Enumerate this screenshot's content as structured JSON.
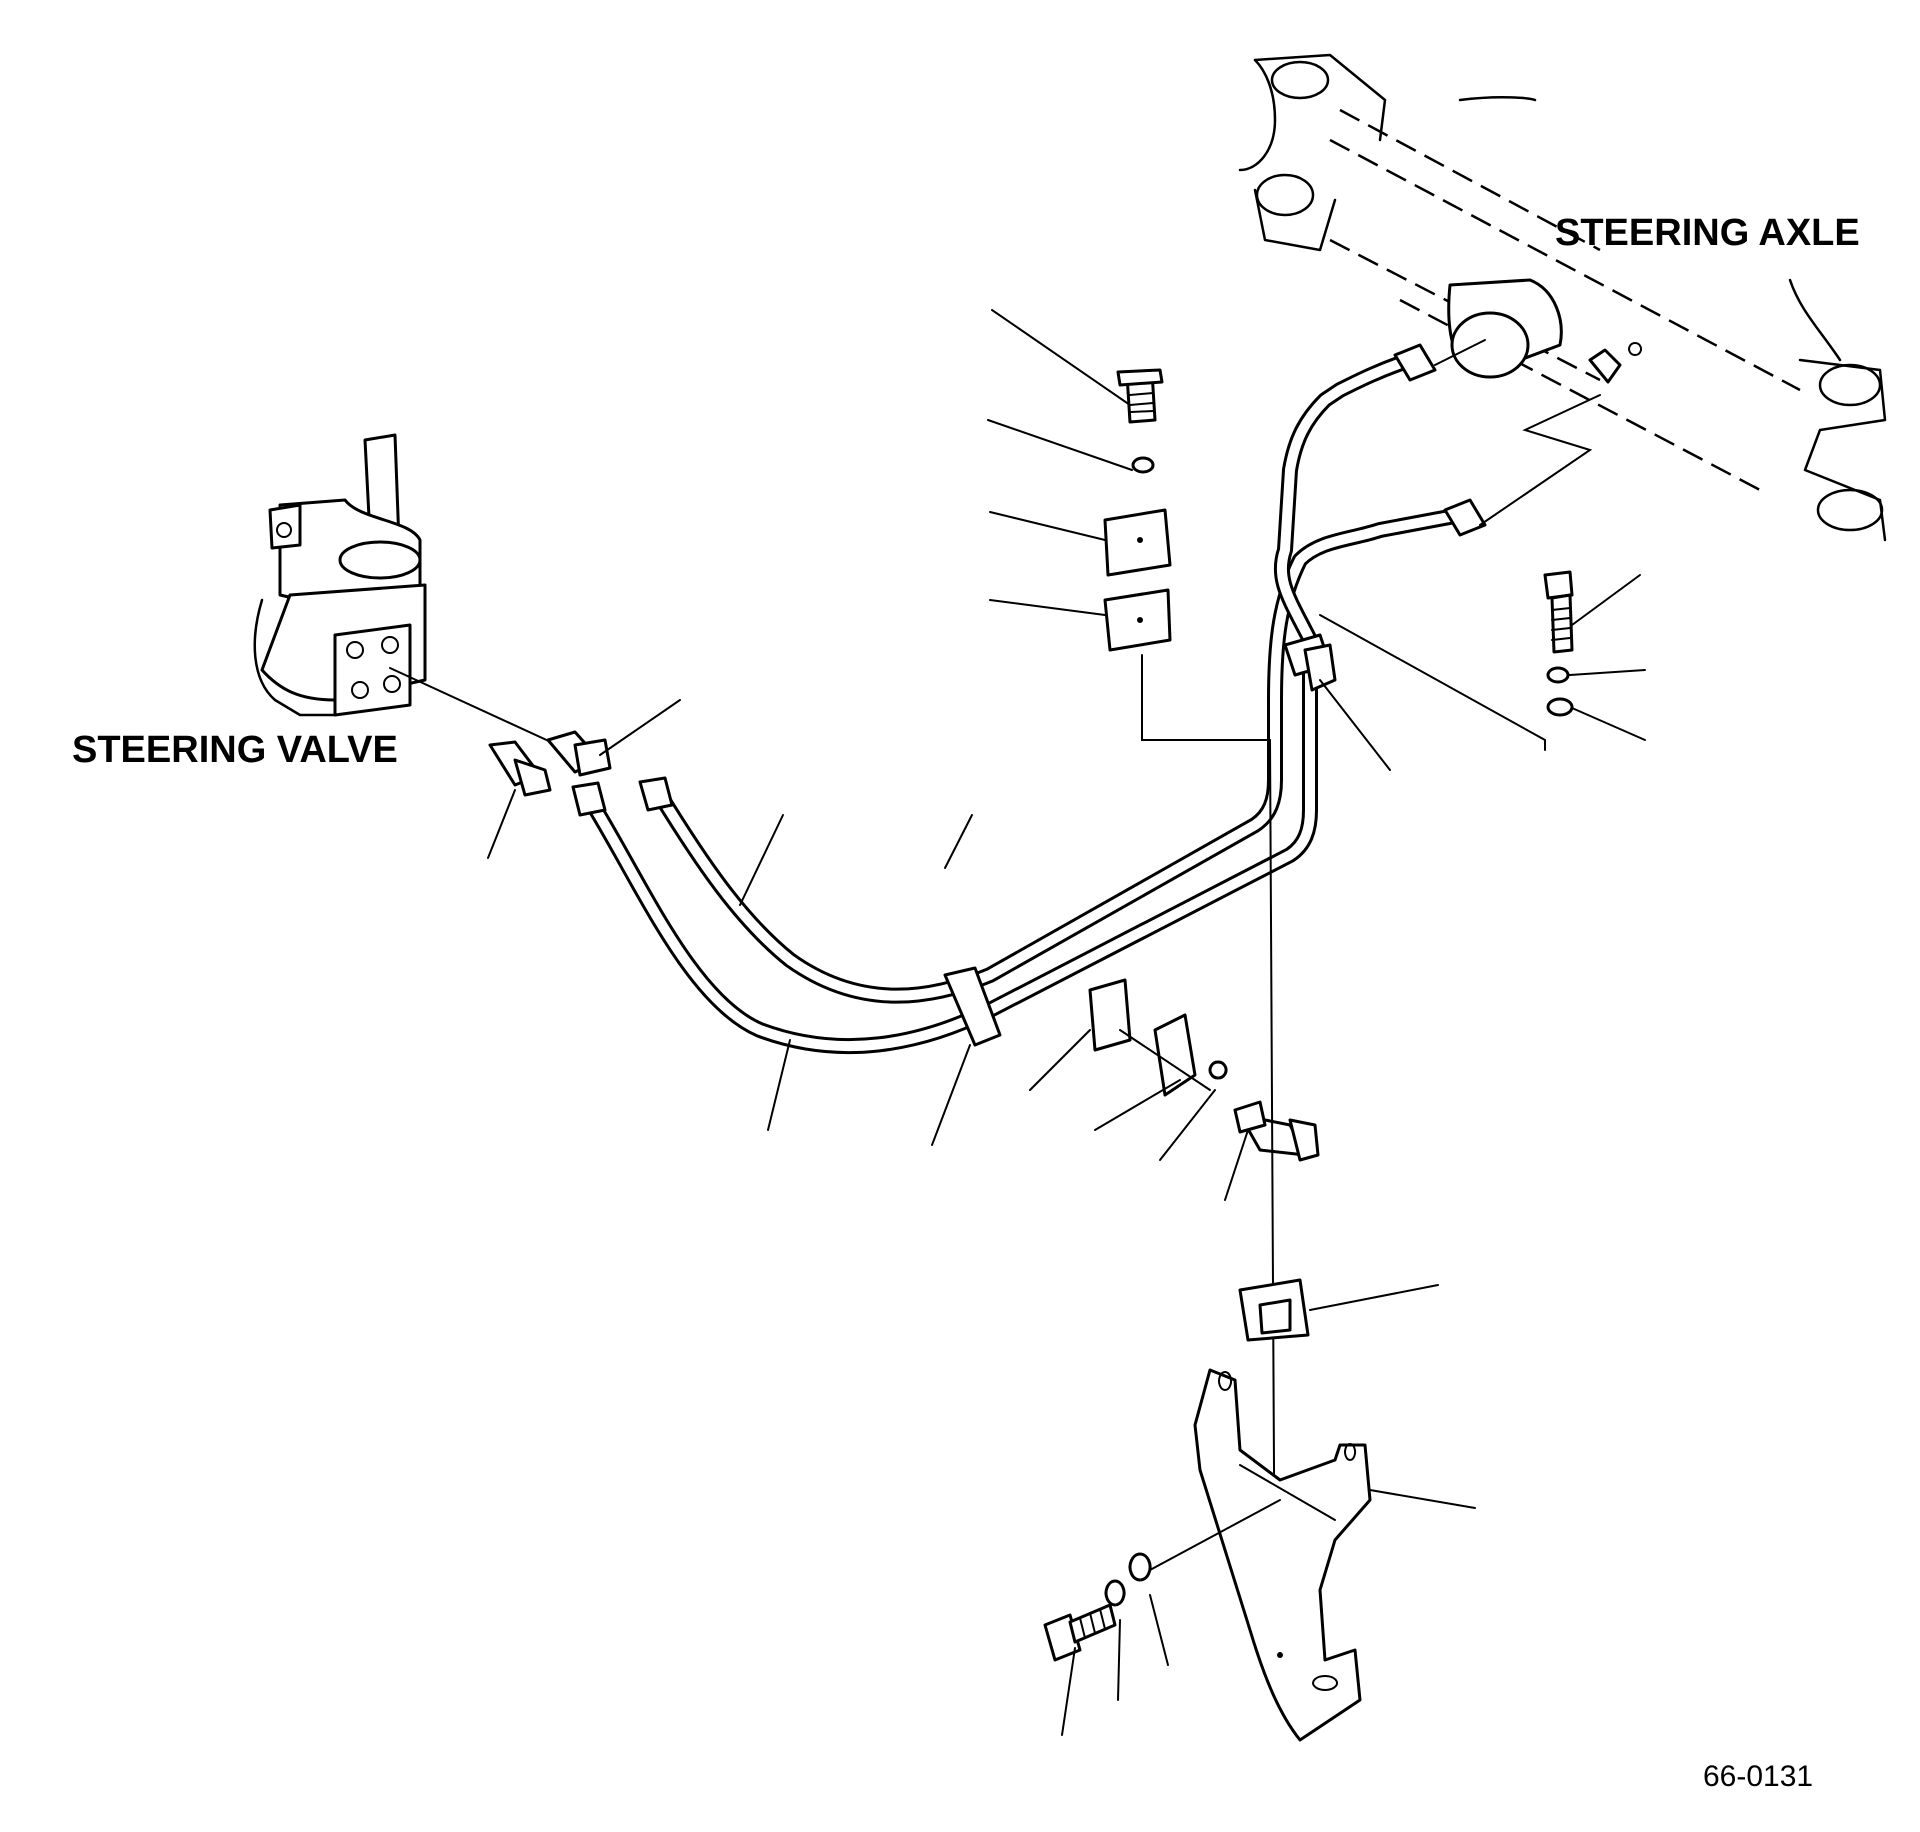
{
  "labels": {
    "steering_valve": "STEERING VALVE",
    "steering_axle": "STEERING AXLE"
  },
  "figure_code": "66-0131"
}
